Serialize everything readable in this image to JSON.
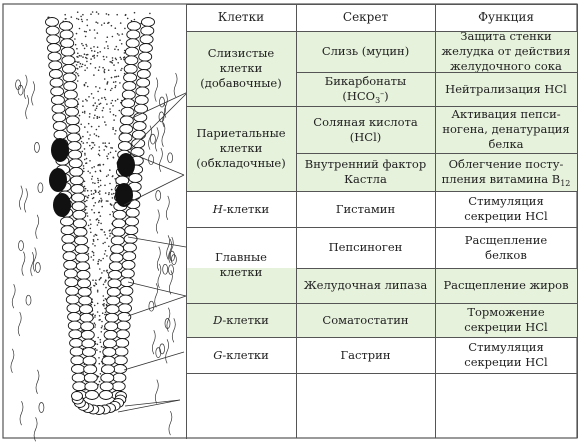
{
  "table": {
    "headers": [
      "Клетки",
      "Секрет",
      "Функция"
    ],
    "cell_groups": [
      {
        "name": [
          "Слизистые",
          "клетки",
          "(добавочные)"
        ],
        "secretions": [
          {
            "secret": [
              "Слизь (муцин)"
            ],
            "function": [
              "Защита стенки",
              "желудка от действия",
              "желудочного сока"
            ]
          },
          {
            "secret": [
              "Бикарбонаты (НСО",
              "3",
              "–",
              ")"
            ],
            "function": [
              "Нейтрализация НСl"
            ]
          }
        ]
      },
      {
        "name": [
          "Париетальные",
          "клетки",
          "(обкладочные)"
        ],
        "secretions": [
          {
            "secret": [
              "Соляная кислота (НСl)"
            ],
            "function": [
              "Активация пепси-",
              "ногена, денатурация",
              "белка"
            ]
          },
          {
            "secret": [
              "Внутренний фактор",
              "Кастла"
            ],
            "function": [
              "Облегчение посту-",
              "пления витамина В",
              "12"
            ]
          }
        ]
      },
      {
        "name_italic": "Н",
        "name_rest": "-клетки",
        "secretions": [
          {
            "secret": [
              "Гистамин"
            ],
            "function": [
              "Стимуляция",
              "секреции НСl"
            ]
          }
        ]
      },
      {
        "name": [
          "Главные",
          "клетки"
        ],
        "secretions": [
          {
            "secret": [
              "Пепсиноген"
            ],
            "function": [
              "Расщепление",
              "белков"
            ]
          },
          {
            "secret": [
              "Желудочная липаза"
            ],
            "function": [
              "Расщепление жиров"
            ]
          }
        ]
      },
      {
        "name_italic": "D",
        "name_rest": "-клетки",
        "secretions": [
          {
            "secret": [
              "Соматостатин"
            ],
            "function": [
              "Торможение",
              "секреции НСl"
            ]
          }
        ]
      },
      {
        "name_italic": "G",
        "name_rest": "-клетки",
        "secretions": [
          {
            "secret": [
              "Гастрин"
            ],
            "function": [
              "Стимуляция",
              "секреции НСl"
            ]
          }
        ]
      }
    ]
  },
  "colors": {
    "row_highlight": "#e6f2dc",
    "line": "#555555",
    "ink": "#222222"
  }
}
